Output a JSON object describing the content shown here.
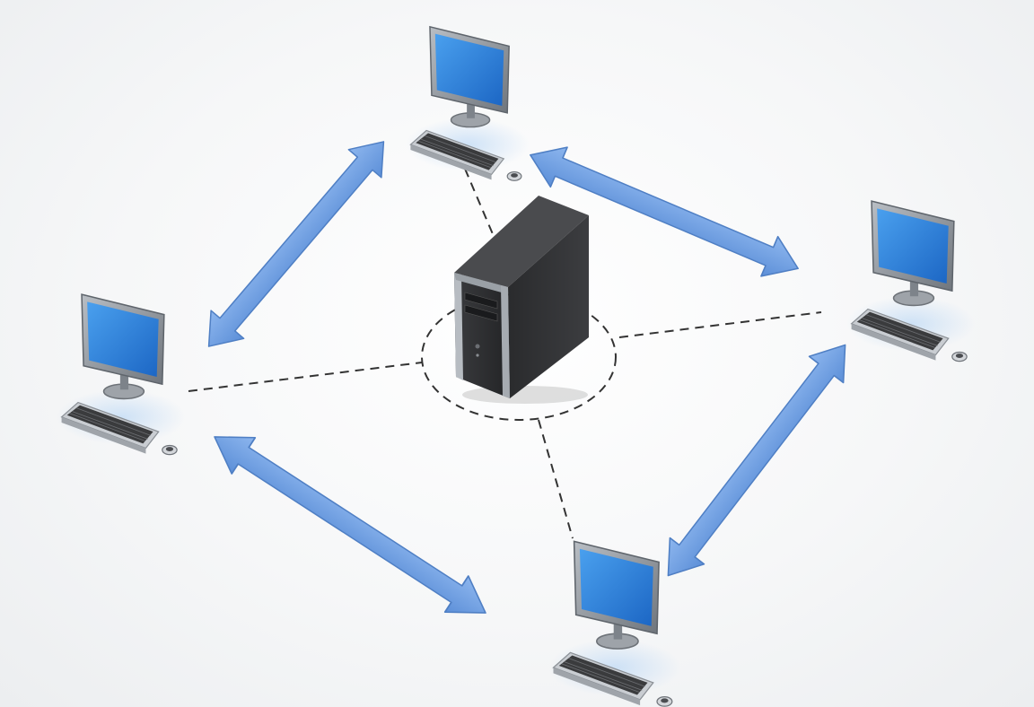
{
  "diagram": {
    "kind": "network-topology",
    "description_nodes": [
      "server",
      "workstation",
      "workstation",
      "workstation",
      "workstation"
    ],
    "colors": {
      "background": "#f4f5f6",
      "arrow": "#6f9fe0",
      "arrow_edge": "#4f7fc4",
      "screen": "#2c7fd6",
      "monitor_frame": "#8d9298",
      "server_body": "#2e2f31",
      "dashed_link": "#333333",
      "keyboard": "#3a3b3d"
    },
    "icons": [
      "server-tower-icon",
      "monitor-icon",
      "keyboard-icon",
      "mouse-icon",
      "double-arrow-icon"
    ]
  }
}
